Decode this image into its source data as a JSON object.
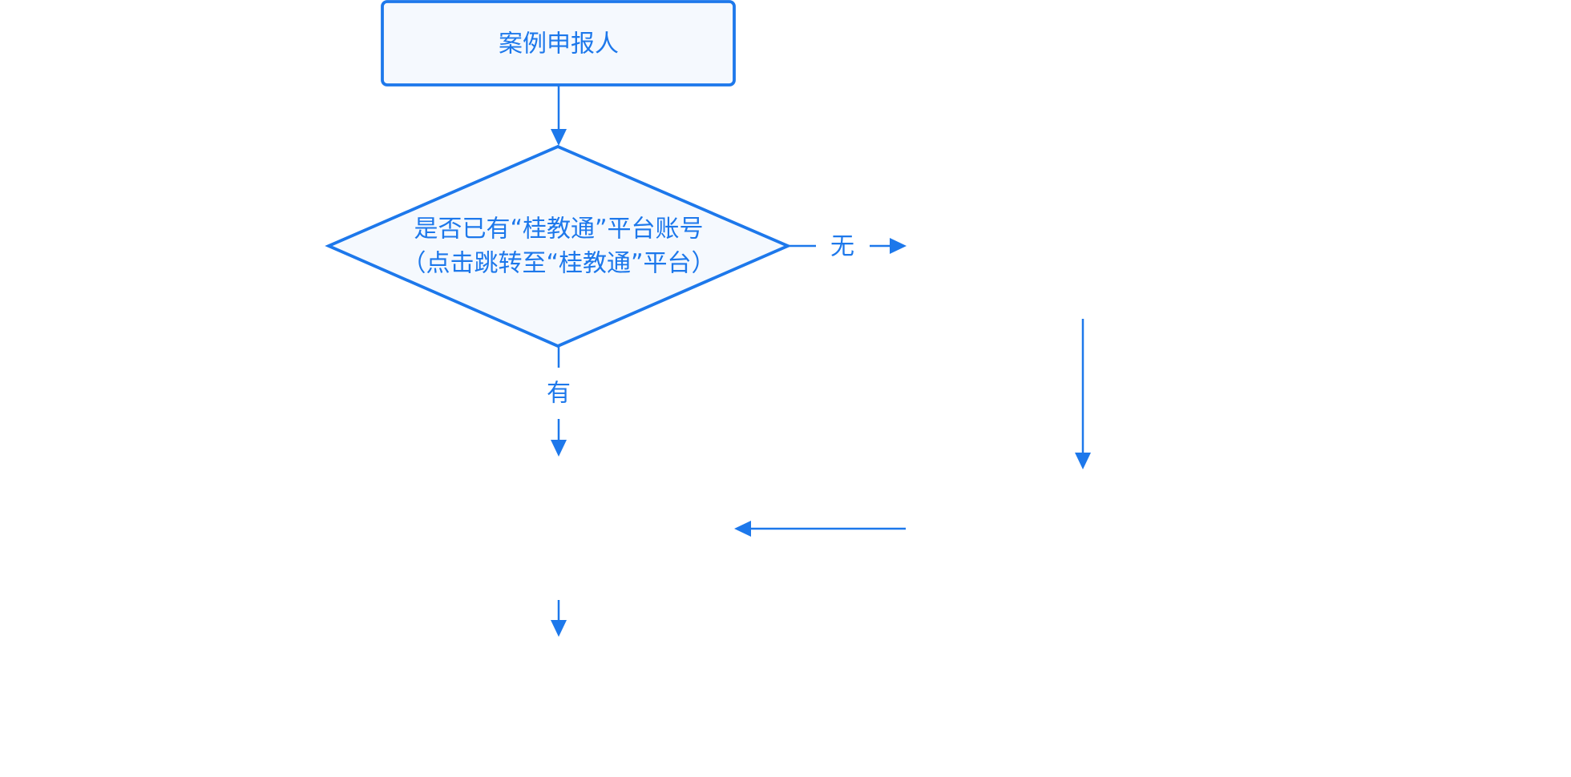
{
  "nodes": {
    "reporter": {
      "label": "案例申报人"
    },
    "decision": {
      "line1": "是否已有“桂教通”平台账号",
      "line2": "（点击跳转至“桂教通”平台）"
    }
  },
  "edges": {
    "no": "无",
    "yes": "有"
  },
  "colors": {
    "primary": "#1d78eb",
    "fill": "#f5f9fe",
    "background": "#ffffff"
  }
}
